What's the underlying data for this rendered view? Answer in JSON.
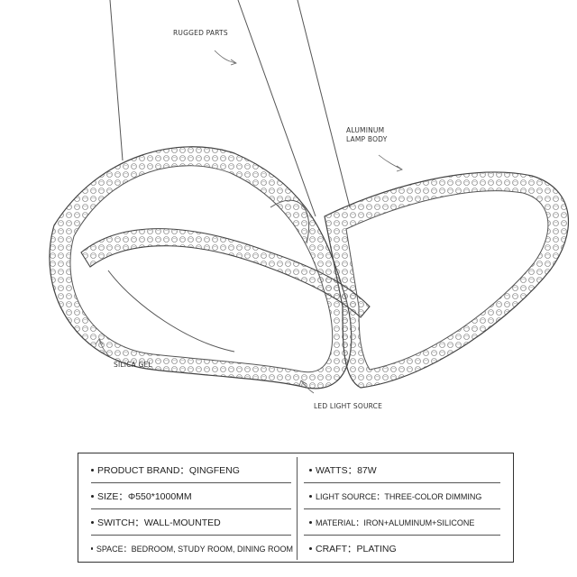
{
  "callouts": {
    "rugged_parts": "RUGGED PARTS",
    "aluminum_line1": "ALUMINUM",
    "aluminum_line2": "LAMP BODY",
    "silica_gel": "SILICA GEL",
    "led_light_source": "LED LIGHT SOURCE"
  },
  "specs": {
    "left": [
      "PRODUCT BRAND：QINGFENG",
      "SIZE：Φ550*1000MM",
      "SWITCH：WALL-MOUNTED",
      "SPACE：BEDROOM, STUDY ROOM, DINING ROOM"
    ],
    "right": [
      "WATTS：87W",
      "LIGHT SOURCE：THREE-COLOR DIMMING",
      "MATERIAL：IRON+ALUMINUM+SILICONE",
      "CRAFT：PLATING"
    ]
  }
}
